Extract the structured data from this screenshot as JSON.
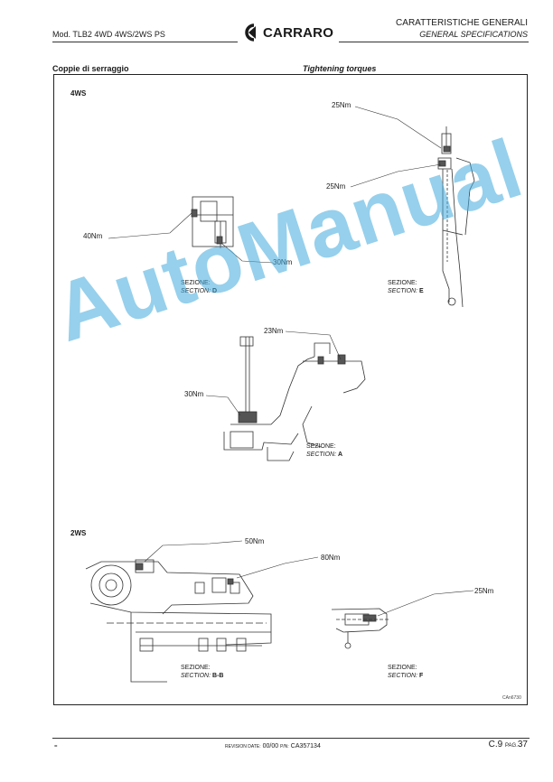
{
  "header": {
    "model": "Mod. TLB2 4WD 4WS/2WS PS",
    "brand": "CARRARO",
    "title_it": "CARATTERISTICHE GENERALI",
    "title_en": "GENERAL SPECIFICATIONS"
  },
  "section": {
    "title_it": "Coppie di serraggio",
    "title_en": "Tightening torques"
  },
  "group_4ws": {
    "tag": "4WS",
    "section_d": {
      "torque_1": "40Nm",
      "torque_2": "30Nm",
      "sez_it": "SEZIONE:",
      "sez_en": "SECTION:",
      "letter": "D"
    },
    "section_e": {
      "torque_1": "25Nm",
      "torque_2": "25Nm",
      "sez_it": "SEZIONE:",
      "sez_en": "SECTION:",
      "letter": "E"
    },
    "section_a": {
      "torque_1": "23Nm",
      "torque_2": "30Nm",
      "sez_it": "SEZIONE:",
      "sez_en": "SECTION:",
      "letter": "A"
    }
  },
  "group_2ws": {
    "tag": "2WS",
    "section_bb": {
      "torque_1": "50Nm",
      "torque_2": "80Nm",
      "sez_it": "SEZIONE:",
      "sez_en": "SECTION:",
      "letter": "B-B"
    },
    "section_f": {
      "torque_1": "25Nm",
      "sez_it": "SEZIONE:",
      "sez_en": "SECTION:",
      "letter": "F"
    }
  },
  "drawing_code": "CAn6730",
  "footer": {
    "left_mark": "=",
    "revision_label": "REVISION DATE:",
    "revision_value": "00/00",
    "pn_label": "P/N:",
    "pn_value": "CA357134",
    "page_prefix": "C.9",
    "page_label": "PAG.",
    "page_number": "37"
  },
  "watermark": "AutoManual",
  "colors": {
    "watermark": "#40aadc",
    "ink": "#1a1a1a"
  }
}
